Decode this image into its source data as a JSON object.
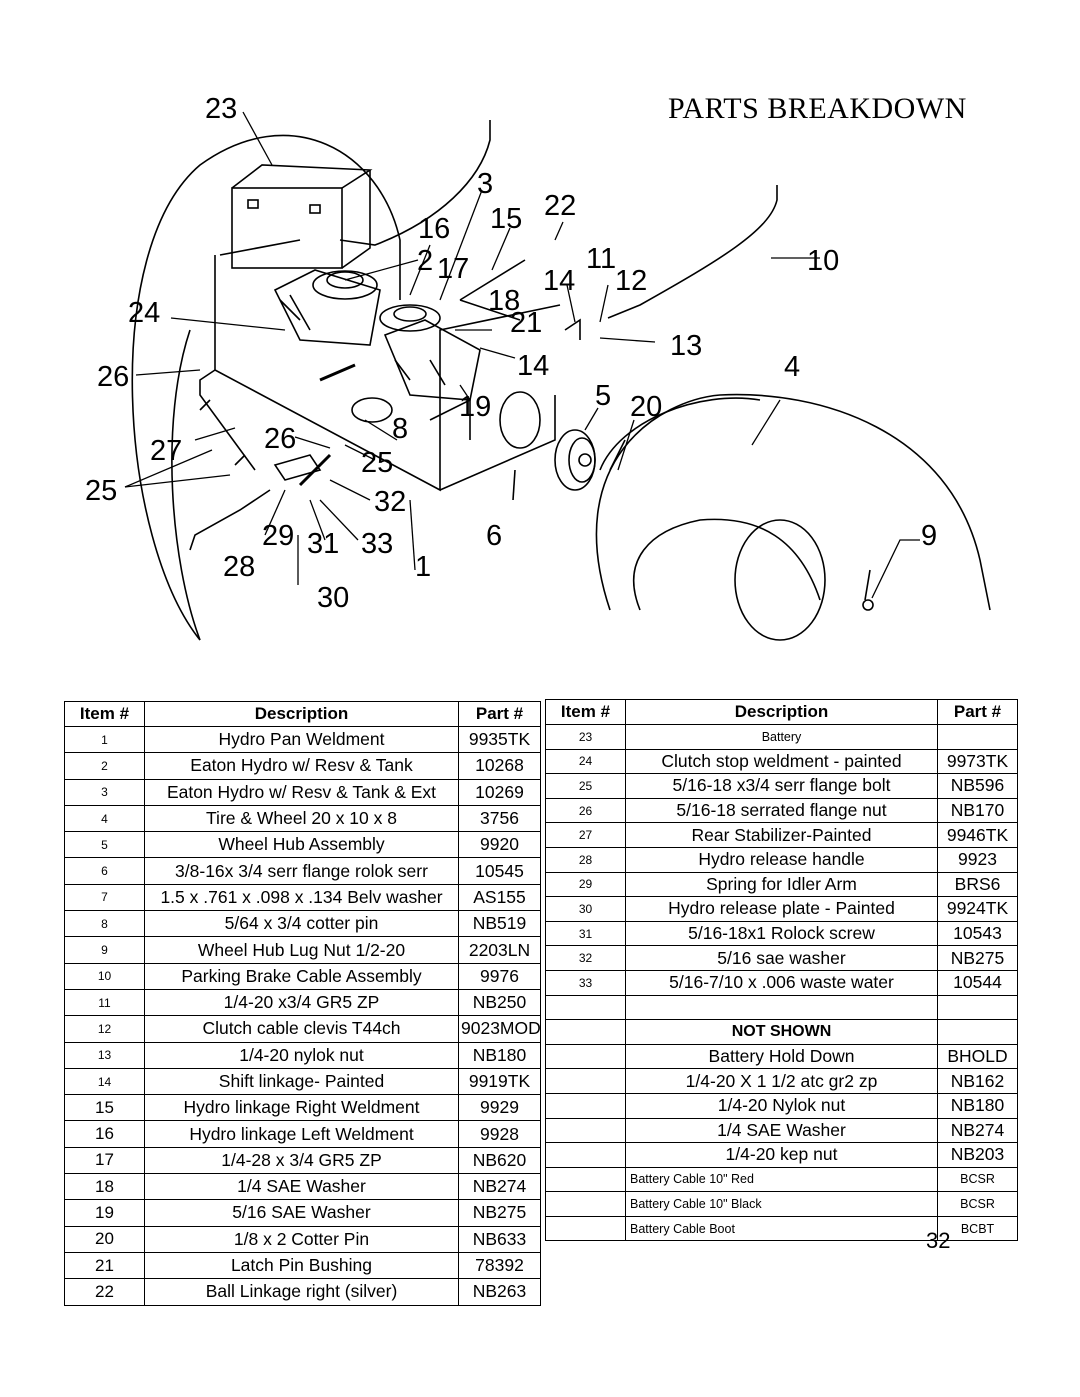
{
  "title": "PARTS BREAKDOWN",
  "page_number": "32",
  "callouts": [
    "23",
    "3",
    "15",
    "22",
    "16",
    "2",
    "17",
    "11",
    "10",
    "14",
    "12",
    "24",
    "18",
    "21",
    "13",
    "26",
    "14",
    "4",
    "5",
    "19",
    "20",
    "8",
    "27",
    "26",
    "25",
    "25",
    "32",
    "29",
    "31",
    "33",
    "6",
    "9",
    "28",
    "1",
    "30"
  ],
  "table_left": {
    "headers": [
      "Item #",
      "Description",
      "Part #"
    ],
    "rows": [
      {
        "item": "1",
        "desc": "Hydro Pan Weldment",
        "part": "9935TK"
      },
      {
        "item": "2",
        "desc": "Eaton Hydro w/ Resv & Tank",
        "part": "10268"
      },
      {
        "item": "3",
        "desc": "Eaton Hydro w/ Resv & Tank & Ext",
        "part": "10269"
      },
      {
        "item": "4",
        "desc": "Tire & Wheel 20 x 10 x 8",
        "part": "3756"
      },
      {
        "item": "5",
        "desc": "Wheel Hub Assembly",
        "part": "9920"
      },
      {
        "item": "6",
        "desc": "3/8-16x 3/4 serr flange rolok serr",
        "part": "10545"
      },
      {
        "item": "7",
        "desc": "1.5 x .761 x .098 x .134 Belv washer",
        "part": "AS155"
      },
      {
        "item": "8",
        "desc": "5/64 x 3/4 cotter pin",
        "part": "NB519"
      },
      {
        "item": "9",
        "desc": "Wheel Hub Lug Nut 1/2-20",
        "part": "2203LN"
      },
      {
        "item": "10",
        "desc": "Parking Brake Cable Assembly",
        "part": "9976"
      },
      {
        "item": "11",
        "desc": "1/4-20 x3/4 GR5 ZP",
        "part": "NB250"
      },
      {
        "item": "12",
        "desc": "Clutch cable clevis  T44ch",
        "part": "9023MOD"
      },
      {
        "item": "13",
        "desc": "1/4-20 nylok nut",
        "part": "NB180"
      },
      {
        "item": "14",
        "desc": "Shift linkage- Painted",
        "part": "9919TK"
      },
      {
        "item": "15",
        "desc": "Hydro linkage Right Weldment",
        "part": "9929"
      },
      {
        "item": "16",
        "desc": "Hydro linkage Left Weldment",
        "part": "9928"
      },
      {
        "item": "17",
        "desc": "1/4-28 x 3/4 GR5 ZP",
        "part": "NB620"
      },
      {
        "item": "18",
        "desc": "1/4 SAE Washer",
        "part": "NB274"
      },
      {
        "item": "19",
        "desc": "5/16 SAE Washer",
        "part": "NB275"
      },
      {
        "item": "20",
        "desc": "1/8 x 2 Cotter Pin",
        "part": "NB633"
      },
      {
        "item": "21",
        "desc": "Latch Pin Bushing",
        "part": "78392"
      },
      {
        "item": "22",
        "desc": "Ball Linkage right (silver)",
        "part": "NB263"
      }
    ]
  },
  "table_right": {
    "headers": [
      "Item #",
      "Description",
      "Part #"
    ],
    "rows": [
      {
        "item": "23",
        "desc": "Battery",
        "part": ""
      },
      {
        "item": "24",
        "desc": "Clutch stop weldment - painted",
        "part": "9973TK"
      },
      {
        "item": "25",
        "desc": "5/16-18 x3/4 serr flange bolt",
        "part": "NB596"
      },
      {
        "item": "26",
        "desc": "5/16-18 serrated flange nut",
        "part": "NB170"
      },
      {
        "item": "27",
        "desc": "Rear Stabilizer-Painted",
        "part": "9946TK"
      },
      {
        "item": "28",
        "desc": "Hydro release handle",
        "part": "9923"
      },
      {
        "item": "29",
        "desc": "Spring for Idler Arm",
        "part": "BRS6"
      },
      {
        "item": "30",
        "desc": "Hydro release plate - Painted",
        "part": "9924TK"
      },
      {
        "item": "31",
        "desc": "5/16-18x1 Rolock screw",
        "part": "10543"
      },
      {
        "item": "32",
        "desc": "5/16 sae washer",
        "part": "NB275"
      },
      {
        "item": "33",
        "desc": "5/16-7/10 x .006 waste water",
        "part": "10544"
      }
    ],
    "not_shown_label": "NOT SHOWN",
    "not_shown": [
      {
        "desc": "Battery Hold Down",
        "part": "BHOLD"
      },
      {
        "desc": "1/4-20 X 1 1/2 atc gr2 zp",
        "part": "NB162"
      },
      {
        "desc": "1/4-20 Nylok nut",
        "part": "NB180"
      },
      {
        "desc": "1/4 SAE Washer",
        "part": "NB274"
      },
      {
        "desc": "1/4-20 kep nut",
        "part": "NB203"
      },
      {
        "desc": "Battery Cable 10\" Red",
        "part": "BCSR"
      },
      {
        "desc": "Battery Cable 10\" Black",
        "part": "BCSR"
      },
      {
        "desc": "Battery Cable Boot",
        "part": "BCBT"
      }
    ]
  }
}
